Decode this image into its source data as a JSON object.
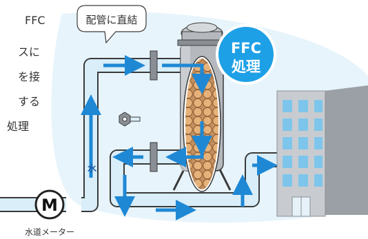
{
  "side_text_lines": [
    "FFC",
    "スに",
    "を接",
    "する",
    "処理"
  ],
  "speech_bubble": "配管に直結",
  "ffc_badge": {
    "line1": "FFC",
    "line2": "処理"
  },
  "water_label": "水",
  "meter": {
    "symbol": "M",
    "caption": "水道メーター"
  },
  "colors": {
    "pipe_fill": "#d9eef9",
    "pipe_stroke": "#3a3a3a",
    "arrow_blue": "#1f88d4",
    "badge_blue": "#1ea0e6",
    "building": "#c8ccd0",
    "background_wash": "#e7f4fb"
  }
}
